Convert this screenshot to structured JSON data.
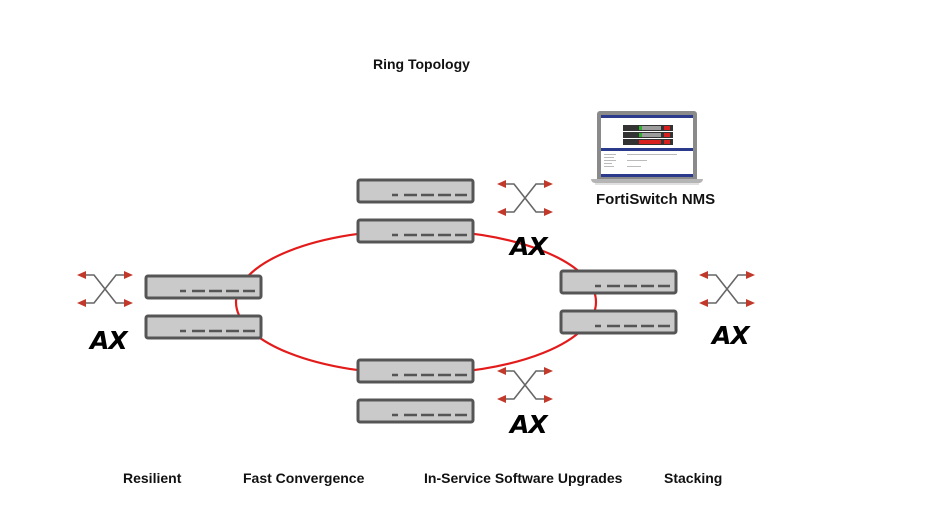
{
  "diagram": {
    "title": "Ring Topology",
    "management": {
      "label": "FortiSwitch NMS",
      "icon": "laptop-icon"
    },
    "ring": {
      "color": "#e31b1b",
      "description": "Red ring linking four switch pairs"
    },
    "switch_pairs": [
      {
        "id": "top",
        "switches": 2,
        "ax_label": "AX"
      },
      {
        "id": "left",
        "switches": 2,
        "ax_label": "AX"
      },
      {
        "id": "right",
        "switches": 2,
        "ax_label": "AX"
      },
      {
        "id": "bottom",
        "switches": 2,
        "ax_label": "AX"
      }
    ],
    "colors": {
      "switch_fill": "#cacaca",
      "switch_border": "#555555",
      "arrow_head": "#c0392b",
      "arrow_line": "#666666",
      "nms_bar": "#2b3a8a"
    },
    "features": [
      "Resilient",
      "Fast Convergence",
      "In-Service Software Upgrades",
      "Stacking"
    ]
  }
}
